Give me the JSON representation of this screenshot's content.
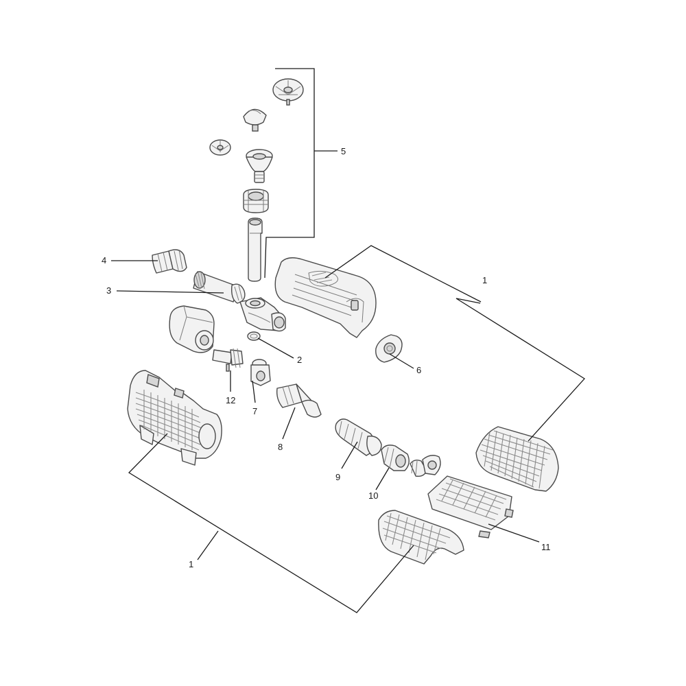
{
  "callouts": [
    {
      "id": "c1a",
      "label": "1"
    },
    {
      "id": "c1b",
      "label": "1"
    },
    {
      "id": "c2",
      "label": "2"
    },
    {
      "id": "c3",
      "label": "3"
    },
    {
      "id": "c4",
      "label": "4"
    },
    {
      "id": "c5",
      "label": "5"
    },
    {
      "id": "c6",
      "label": "6"
    },
    {
      "id": "c7",
      "label": "7"
    },
    {
      "id": "c8",
      "label": "8"
    },
    {
      "id": "c9",
      "label": "9"
    },
    {
      "id": "c10",
      "label": "10"
    },
    {
      "id": "c11",
      "label": "11"
    },
    {
      "id": "c12",
      "label": "12"
    }
  ]
}
